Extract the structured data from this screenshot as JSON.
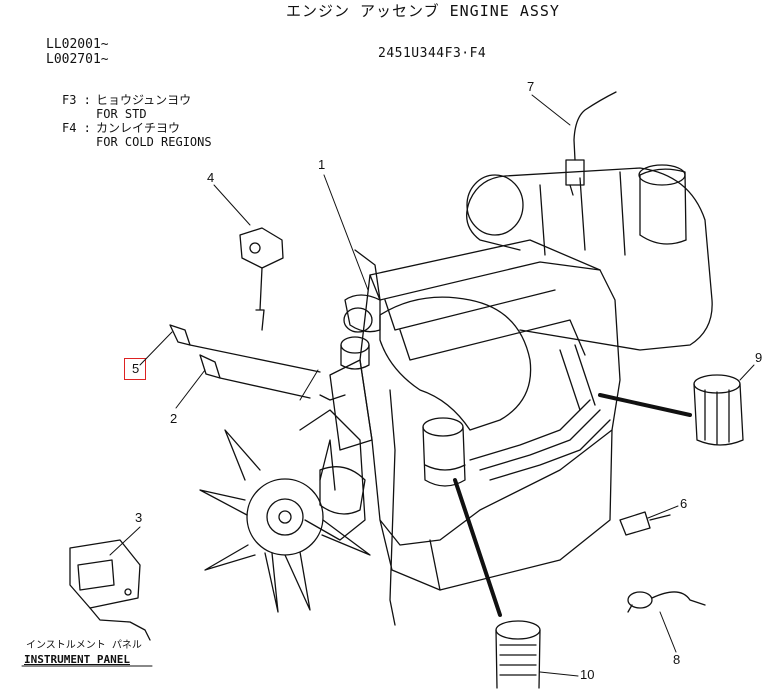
{
  "title": "エンジン アッセンブ ENGINE ASSY",
  "serials": [
    "LL02001~",
    "L002701~"
  ],
  "part_code": "2451U344F3·F4",
  "legend": [
    {
      "code": "F3 :",
      "jp": "ヒョウジュンヨウ",
      "en": "FOR STD"
    },
    {
      "code": "F4 :",
      "jp": "カンレイチヨウ",
      "en": "FOR COLD REGIONS"
    }
  ],
  "callouts": [
    "1",
    "2",
    "3",
    "4",
    "5",
    "6",
    "7",
    "8",
    "9",
    "10"
  ],
  "instrument_panel": {
    "jp": "インストルメント パネル",
    "en": "INSTRUMENT PANEL"
  },
  "highlight_color": "#dd2222"
}
